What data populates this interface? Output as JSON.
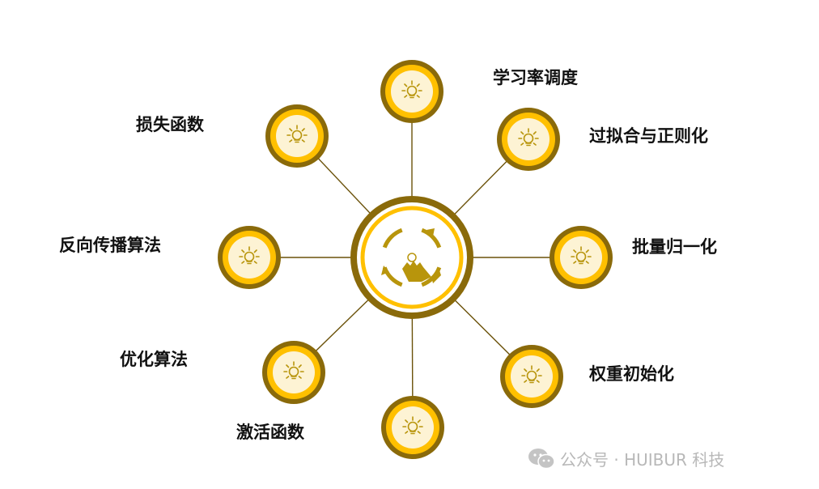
{
  "colors": {
    "outer_ring": "#8a6a0a",
    "middle_ring": "#ffc000",
    "inner_fill": "#fdf3d4",
    "icon": "#b8950c",
    "spoke": "#6b520a",
    "label": "#111111",
    "watermark": "#b8b8b8"
  },
  "diagram": {
    "center_icon": "cycle-with-hand-icon",
    "nodes": [
      {
        "id": "learning-rate-schedule",
        "label": "学习率调度",
        "icon": "lightbulb-icon"
      },
      {
        "id": "overfitting-regularization",
        "label": "过拟合与正则化",
        "icon": "lightbulb-icon"
      },
      {
        "id": "batch-normalization",
        "label": "批量归一化",
        "icon": "lightbulb-icon"
      },
      {
        "id": "weight-initialization",
        "label": "权重初始化",
        "icon": "lightbulb-icon"
      },
      {
        "id": "bottom",
        "label": "",
        "icon": "lightbulb-icon"
      },
      {
        "id": "activation-function",
        "label": "激活函数",
        "icon": "lightbulb-icon"
      },
      {
        "id": "optimization-algorithm",
        "label": "优化算法",
        "icon": "lightbulb-icon"
      },
      {
        "id": "backpropagation",
        "label": "反向传播算法",
        "icon": "lightbulb-icon"
      },
      {
        "id": "loss-function",
        "label": "损失函数",
        "icon": "lightbulb-icon"
      }
    ]
  },
  "watermark": {
    "icon": "wechat-icon",
    "text": "公众号 · HUIBUR 科技"
  }
}
